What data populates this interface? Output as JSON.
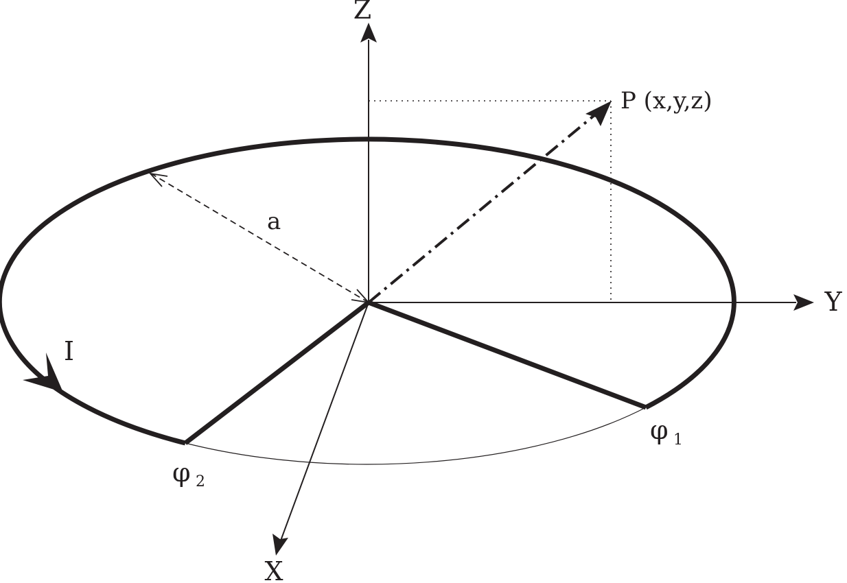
{
  "labels": {
    "z_axis": "Z",
    "y_axis": "Y",
    "x_axis": "X",
    "point": "P (x,y,z)",
    "radius": "a",
    "current": "I",
    "phi": "φ",
    "phi1_sub": "1",
    "phi2_sub": "2"
  },
  "colors": {
    "ink": "#231f20",
    "background": "#ffffff"
  }
}
